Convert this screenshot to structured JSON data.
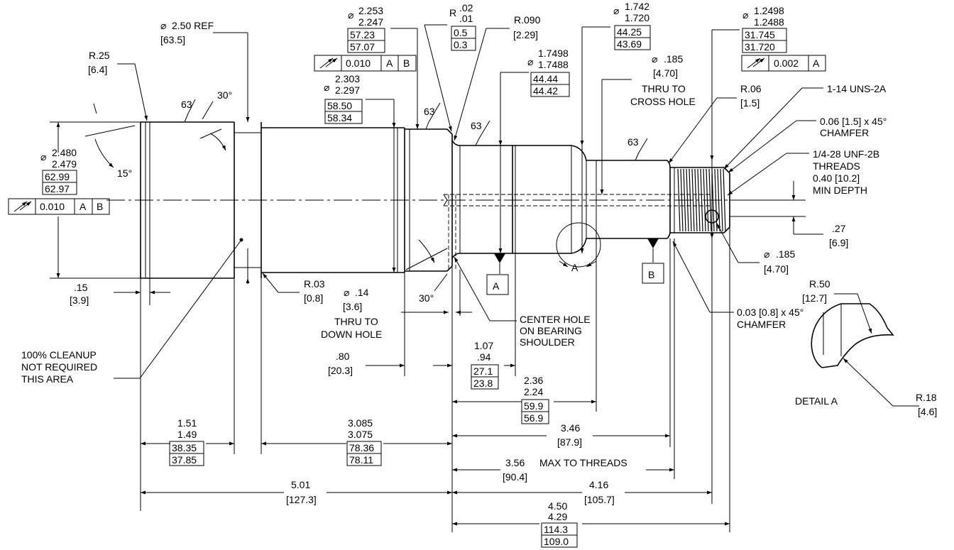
{
  "symbols": {
    "diameter": "⌀"
  },
  "dims": {
    "d250": {
      "tol": "2.50 REF",
      "mm": "[63.5]"
    },
    "r25": {
      "label": "R.25",
      "mm": "[6.4]"
    },
    "d2253": {
      "max": "2.253",
      "min": "2.247",
      "mm_max": "57.23",
      "mm_min": "57.07"
    },
    "r02": {
      "r": "R",
      "max": ".02",
      "min": ".01",
      "mm_max": "0.5",
      "mm_min": "0.3"
    },
    "r090": {
      "label": "R.090",
      "mm": "[2.29]"
    },
    "d1742": {
      "max": "1.742",
      "min": "1.720",
      "mm_max": "44.25",
      "mm_min": "43.69"
    },
    "d12498": {
      "max": "1.2498",
      "min": "1.2488",
      "mm_max": "31.745",
      "mm_min": "31.720"
    },
    "d17498": {
      "max": "1.7498",
      "min": "1.7488",
      "mm_max": "44.44",
      "mm_min": "44.42"
    },
    "d185top": {
      "label": ".185",
      "mm": "[4.70]",
      "note1": "THRU TO",
      "note2": "CROSS HOLE"
    },
    "r06": {
      "label": "R.06",
      "mm": "[1.5]"
    },
    "d2303": {
      "max": "2.303",
      "min": "2.297",
      "mm_max": "58.50",
      "mm_min": "58.34"
    },
    "d2480": {
      "max": "2.480",
      "min": "2.479",
      "mm_max": "62.99",
      "mm_min": "62.97"
    },
    "r03": {
      "label": "R.03",
      "mm": "[0.8]"
    },
    "d14": {
      "label": ".14",
      "mm": "[3.6]",
      "note1": "THRU TO",
      "note2": "DOWN HOLE"
    },
    "len15": {
      "label": ".15",
      "mm": "[3.9]"
    },
    "len80": {
      "label": ".80",
      "mm": "[20.3]"
    },
    "len107": {
      "max": "1.07",
      "min": ".94",
      "mm_max": "27.1",
      "mm_min": "23.8"
    },
    "len236": {
      "max": "2.36",
      "min": "2.24",
      "mm_max": "59.9",
      "mm_min": "56.9"
    },
    "len151": {
      "max": "1.51",
      "min": "1.49",
      "mm_max": "38.35",
      "mm_min": "37.85"
    },
    "len3085": {
      "max": "3.085",
      "min": "3.075",
      "mm_max": "78.36",
      "mm_min": "78.11"
    },
    "len346": {
      "label": "3.46",
      "mm": "[87.9]"
    },
    "len356": {
      "label": "3.56",
      "mm": "[90.4]",
      "note": "MAX TO THREADS"
    },
    "len501": {
      "label": "5.01",
      "mm": "[127.3]"
    },
    "len416": {
      "label": "4.16",
      "mm": "[105.7]"
    },
    "len450": {
      "max": "4.50",
      "min": "4.29",
      "mm_max": "114.3",
      "mm_min": "109.0"
    },
    "len27": {
      "label": ".27",
      "mm": "[6.9]"
    },
    "d185bot": {
      "label": ".185",
      "mm": "[4.70]"
    }
  },
  "surface": {
    "ra": "63",
    "angle30": "30°",
    "angle15": "15°"
  },
  "notes": {
    "uns": "1-14 UNS-2A",
    "chamfer006_1": "0.06 [1.5] x 45°",
    "chamfer006_2": "CHAMFER",
    "unf1": "1/4-28 UNF-2B",
    "unf2": "THREADS",
    "unf3": "0.40 [10.2]",
    "unf4": "MIN DEPTH",
    "center1": "CENTER HOLE",
    "center2": "ON BEARING",
    "center3": "SHOULDER",
    "cleanup1": "100% CLEANUP",
    "cleanup2": "NOT REQUIRED",
    "cleanup3": "THIS AREA",
    "chamfer003_1": "0.03 [0.8] x 45°",
    "chamfer003_2": "CHAMFER"
  },
  "fcf": {
    "fcf1": {
      "tol": "0.010",
      "d1": "A",
      "d2": "B"
    },
    "fcf2": {
      "tol": "0.010",
      "d1": "A",
      "d2": "B"
    },
    "fcf3": {
      "tol": "0.002",
      "d1": "A"
    }
  },
  "datums": {
    "a": "A",
    "b": "B"
  },
  "detail": {
    "title": "DETAIL A",
    "callout": "A",
    "r50": "R.50",
    "r50mm": "[12.7]",
    "r18": "R.18",
    "r18mm": "[4.6]"
  }
}
